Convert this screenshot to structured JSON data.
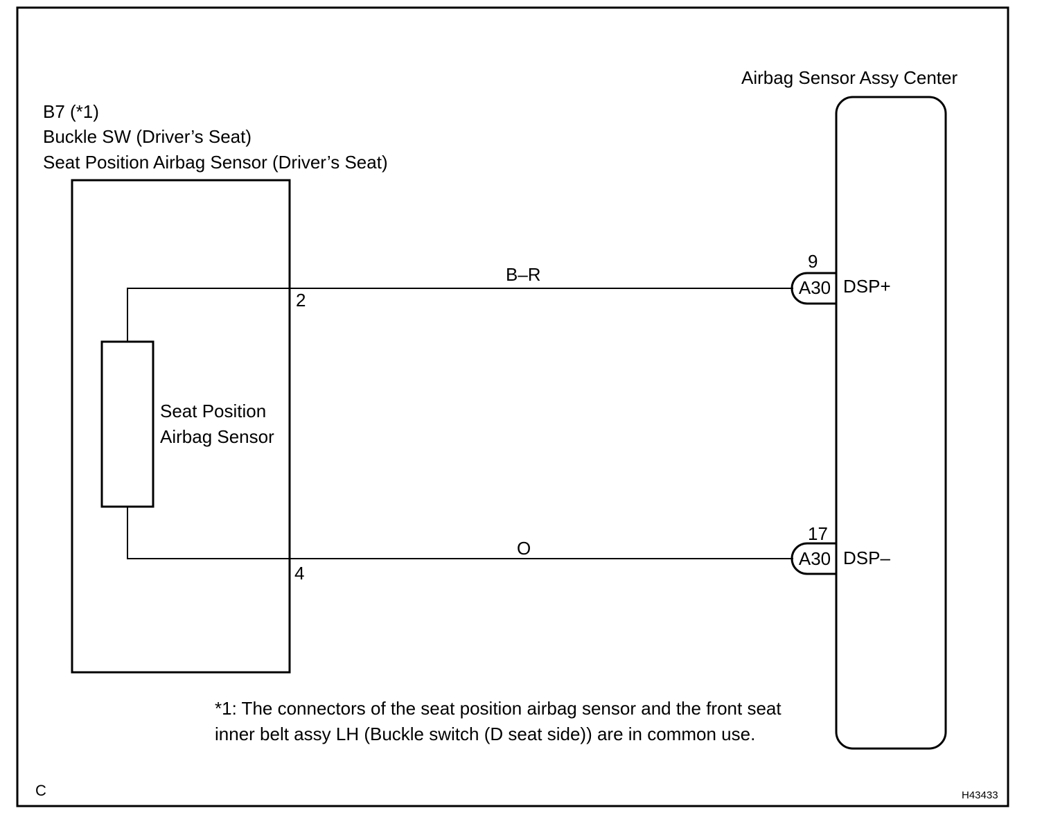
{
  "left_component": {
    "connector_id": "B7 (*1)",
    "name_line1": "Buckle SW (Driver’s Seat)",
    "name_line2": "Seat Position Airbag Sensor (Driver’s Seat)",
    "inner_label_line1": "Seat Position",
    "inner_label_line2": "Airbag Sensor",
    "pin_top": "2",
    "pin_bottom": "4"
  },
  "right_component": {
    "name": "Airbag Sensor Assy Center",
    "pin_top": "9",
    "pin_bottom": "17",
    "connector_top": "A30",
    "connector_bottom": "A30",
    "terminal_top": "DSP+",
    "terminal_bottom": "DSP–"
  },
  "wires": {
    "top_color": "B–R",
    "bottom_color": "O"
  },
  "footnote": {
    "line1": "*1: The connectors of the seat position airbag sensor and the front seat",
    "line2": "inner belt assy LH (Buckle switch (D seat side)) are in common use."
  },
  "corner": {
    "bottom_left": "C",
    "bottom_right": "H43433"
  }
}
